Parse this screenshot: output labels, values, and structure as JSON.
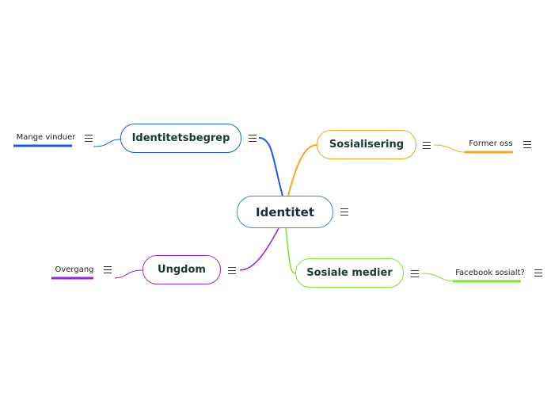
{
  "root": {
    "label": "Identitet",
    "color": "#3b8ad9"
  },
  "branches": [
    {
      "id": "identitetsbegrep",
      "label": "Identitetsbegrep",
      "color": "#1f5bd6",
      "children": [
        {
          "label": "Mange vinduer"
        }
      ]
    },
    {
      "id": "sosialisering",
      "label": "Sosialisering",
      "color": "#f5a623",
      "children": [
        {
          "label": "Former oss"
        }
      ]
    },
    {
      "id": "ungdom",
      "label": "Ungdom",
      "color": "#9b27d6",
      "children": [
        {
          "label": "Overgang"
        }
      ]
    },
    {
      "id": "sosiale-medier",
      "label": "Sosiale medier",
      "color": "#7ee33a",
      "children": [
        {
          "label": "Facebook sosialt?"
        }
      ]
    }
  ],
  "icons": {
    "menu": "hamburger-menu-icon"
  }
}
